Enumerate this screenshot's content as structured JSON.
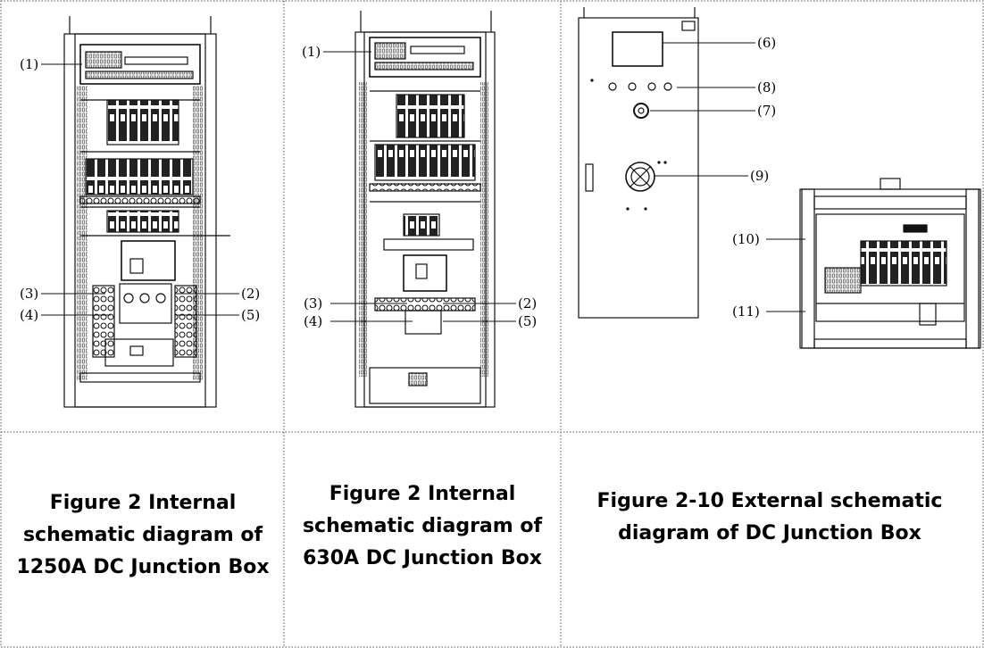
{
  "figures": [
    {
      "caption": "Figure 2 Internal schematic diagram of 1250A DC Junction Box",
      "callouts": [
        "(1)",
        "(3)",
        "(4)",
        "(2)",
        "(5)"
      ]
    },
    {
      "caption": "Figure 2 Internal schematic diagram of 630A DC Junction Box",
      "callouts": [
        "(1)",
        "(3)",
        "(4)",
        "(2)",
        "(5)"
      ]
    },
    {
      "caption": "Figure 2-10 External schematic diagram of DC Junction Box",
      "callouts": [
        "(6)",
        "(8)",
        "(7)",
        "(9)",
        "(10)",
        "(11)"
      ]
    }
  ]
}
